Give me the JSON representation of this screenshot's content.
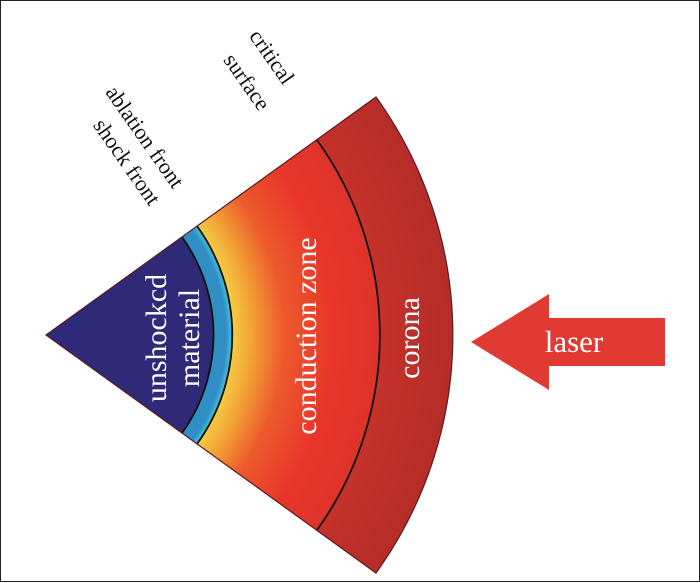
{
  "diagram": {
    "labels": {
      "critical_surface_line1": "critical",
      "critical_surface_line2": "surface",
      "ablation_front": "ablation front",
      "shock_front": "shock front",
      "unshocked_line1": "unshockcd",
      "unshocked_line2": "material",
      "conduction_zone": "conduction zone",
      "corona": "corona",
      "laser": "laser"
    },
    "colors": {
      "unshocked": "#2e2a78",
      "shocked_cyan": "#3fa6c8",
      "conduction_hot": "#f3c23a",
      "conduction_main": "#e8352a",
      "corona": "#c2302a",
      "arrow": "#e13a33",
      "boundary_lines": "#111111"
    }
  }
}
